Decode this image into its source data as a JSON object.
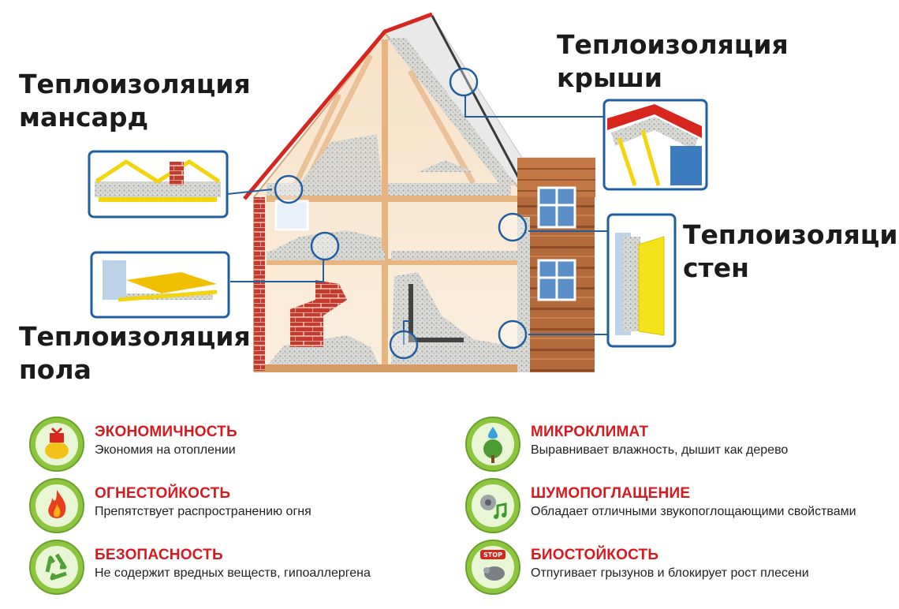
{
  "headings": {
    "attic": [
      "Теплоизоляция",
      "мансард"
    ],
    "roof": [
      "Теплоизоляция",
      "крыши"
    ],
    "walls": [
      "Теплоизоляция",
      "стен"
    ],
    "floor": [
      "Теплоизоляция",
      "пола"
    ]
  },
  "features": [
    {
      "title": "ЭКОНОМИЧНОСТЬ",
      "desc": "Экономия на отоплении",
      "icon": "piggy-bank-gift-icon"
    },
    {
      "title": "ОГНЕСТОЙКОСТЬ",
      "desc": "Препятствует распространению огня",
      "icon": "flame-icon"
    },
    {
      "title": "БЕЗОПАСНОСТЬ",
      "desc": "Не содержит вредных веществ, гипоаллергена",
      "icon": "recycle-icon"
    },
    {
      "title": "МИКРОКЛИМАТ",
      "desc": "Выравнивает влажность, дышит как дерево",
      "icon": "tree-droplet-icon"
    },
    {
      "title": "ШУМОПОГЛАЩЕНИЕ",
      "desc": "Обладает отличными звукопоглощающими свойствами",
      "icon": "speaker-note-icon"
    },
    {
      "title": "БИОСТОЙКОСТЬ",
      "desc": "Отпугивает грызунов и блокирует рост плесени",
      "icon": "stop-mouse-icon"
    }
  ],
  "stop_sign_text": "STOP",
  "colors": {
    "accent_red": "#d71920",
    "callout_blue": "#1f5fa0",
    "medal_green": "#8cc63f"
  }
}
